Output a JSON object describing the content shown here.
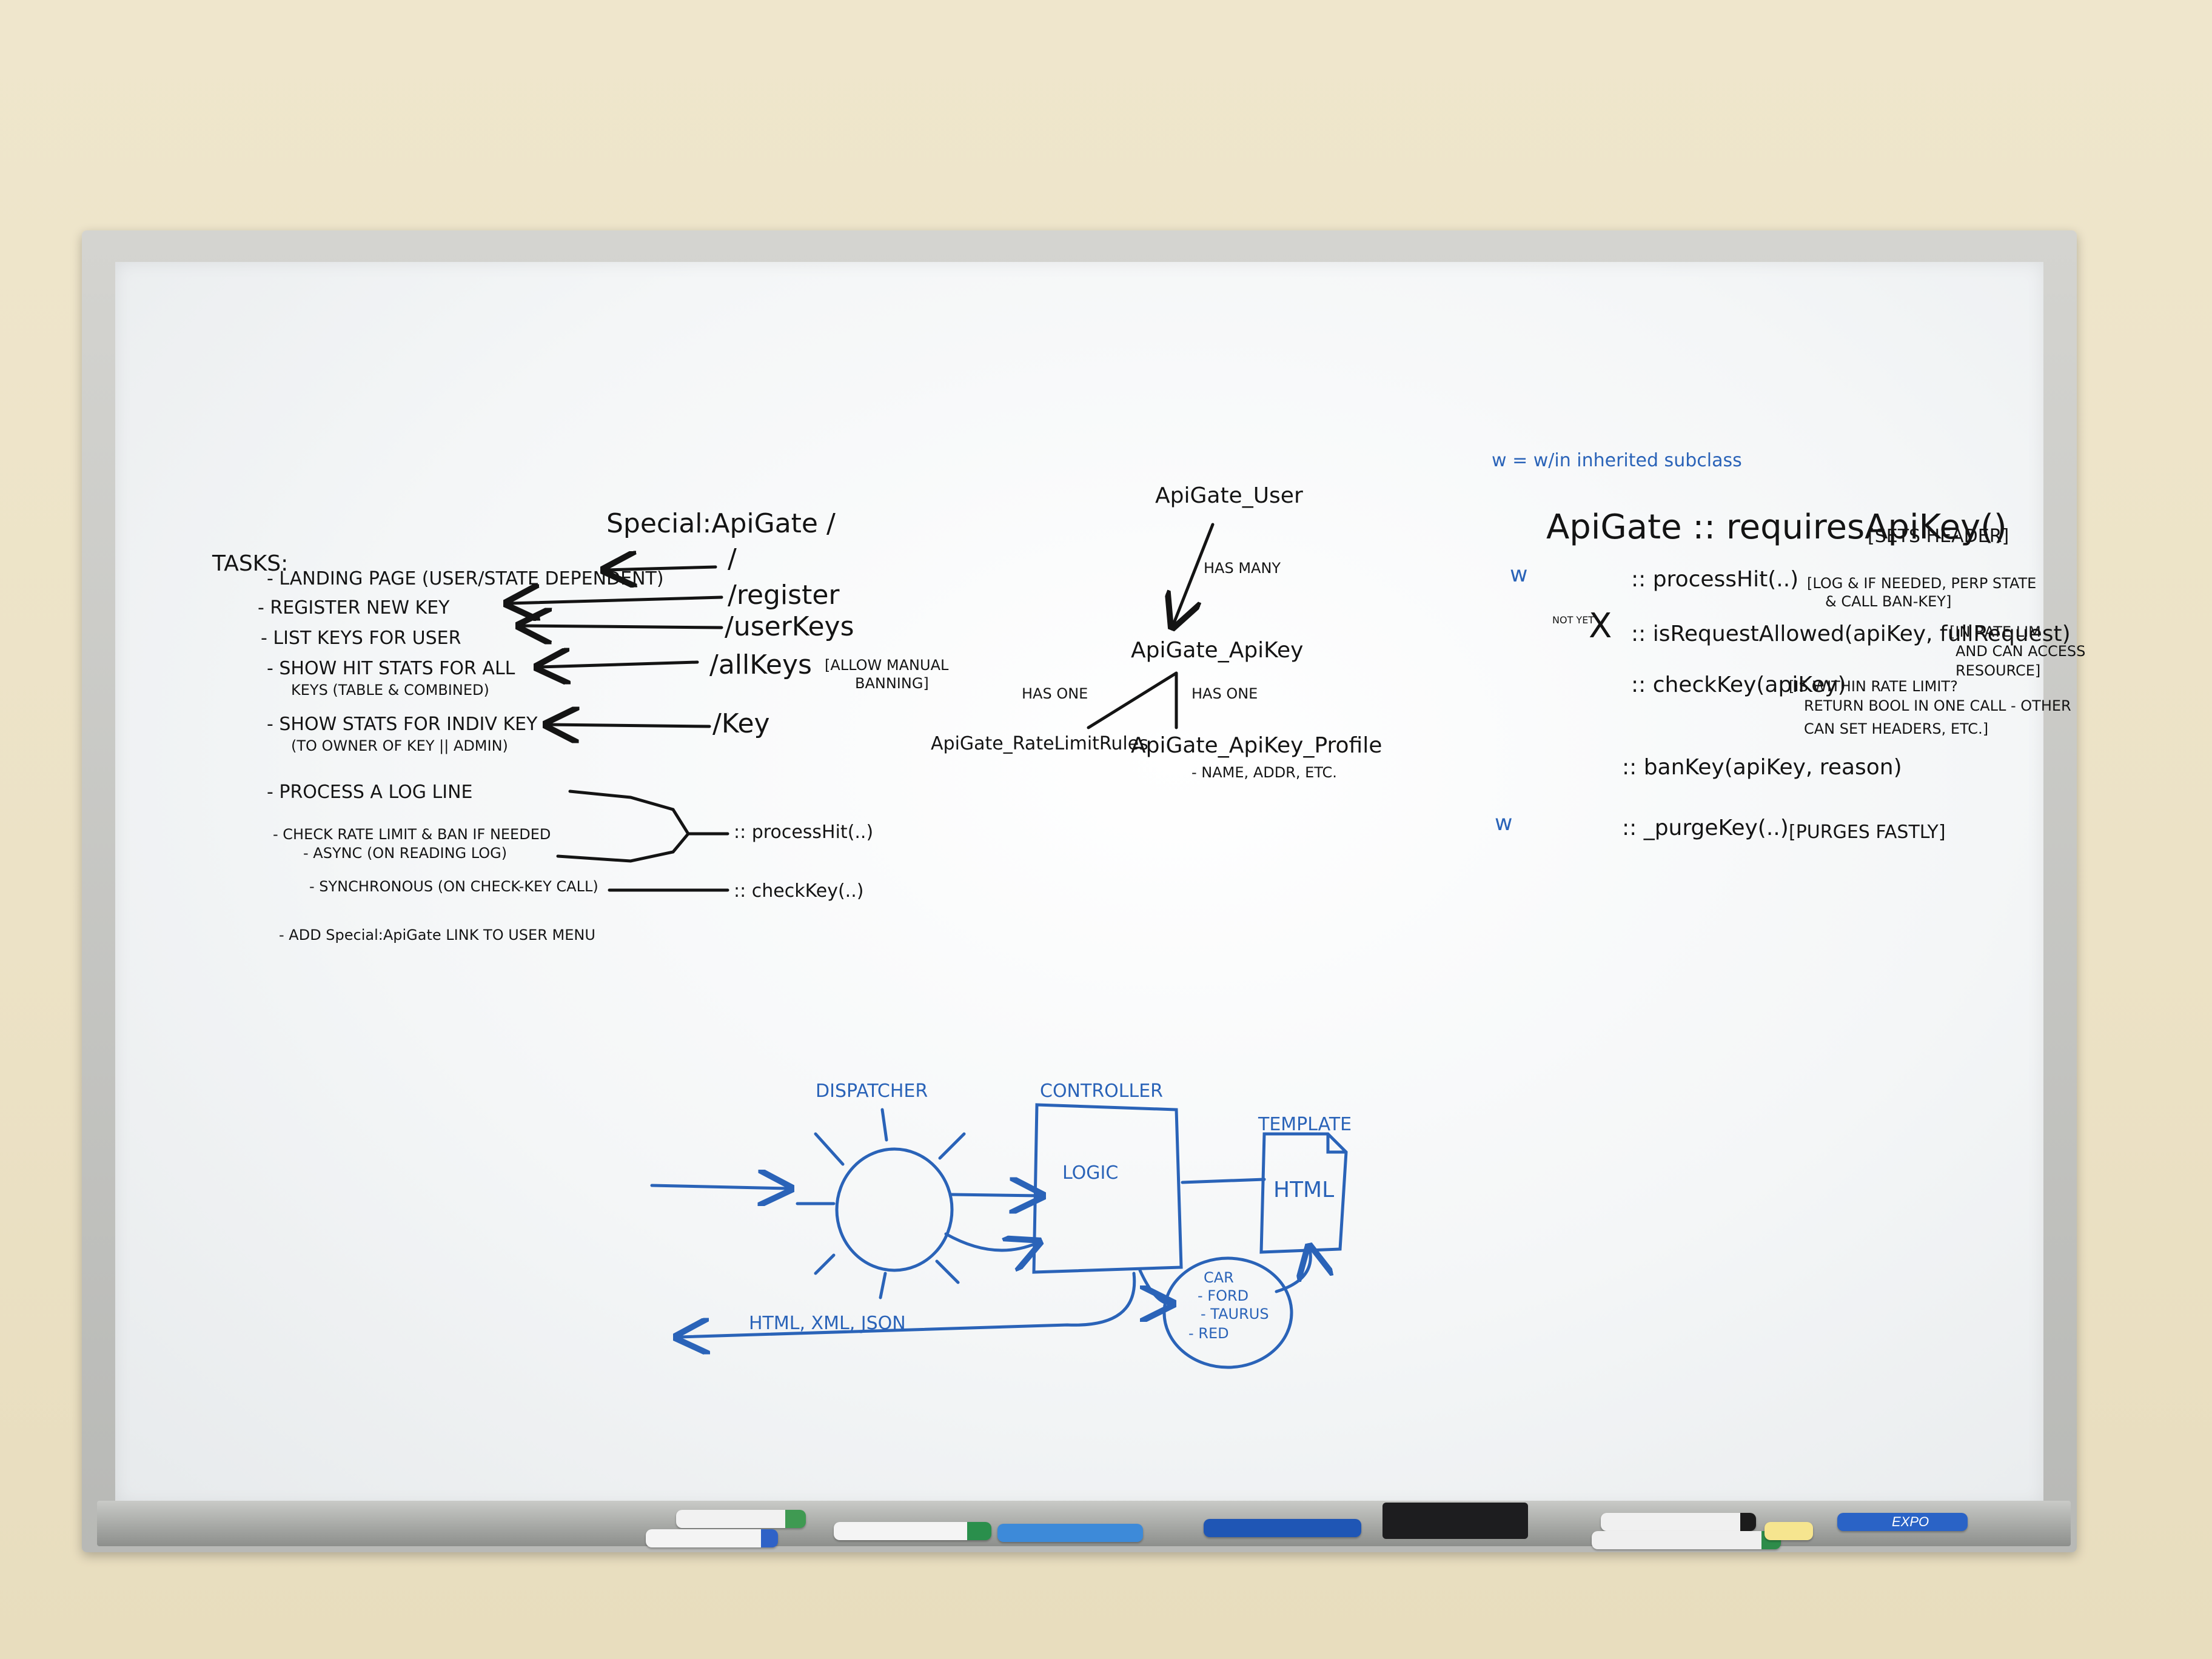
{
  "tasks": {
    "heading": "TASKS:",
    "landing": "- LANDING PAGE (USER/STATE DEPENDENT)",
    "register": "- REGISTER NEW KEY",
    "list": "- LIST KEYS FOR USER",
    "stats_all_1": "- SHOW HIT STATS FOR ALL",
    "stats_all_2": "KEYS (TABLE & COMBINED)",
    "stats_key_1": "- SHOW STATS FOR INDIV KEY",
    "stats_key_2": "(TO OWNER OF KEY || ADMIN)",
    "process": "- PROCESS A LOG LINE",
    "check": "- CHECK RATE LIMIT & BAN IF NEEDED",
    "async": "- ASYNC (ON READING LOG)",
    "sync": "- SYNCHRONOUS (ON CHECK-KEY CALL)",
    "add_link": "- ADD Special:ApiGate LINK TO USER MENU"
  },
  "routes": {
    "special": "Special:ApiGate /",
    "root": "/",
    "register": "/register",
    "userkeys": "/userKeys",
    "allkeys": "/allKeys",
    "allkeys_note_1": "[ALLOW MANUAL",
    "allkeys_note_2": "BANNING]",
    "key": "/Key",
    "process_hit": ":: processHit(..)",
    "check_key": ":: checkKey(..)"
  },
  "model": {
    "user": "ApiGate_User",
    "has_many": "HAS MANY",
    "apikey": "ApiGate_ApiKey",
    "has_one_left": "HAS ONE",
    "has_one_right": "HAS ONE",
    "rules": "ApiGate_RateLimitRules",
    "profile": "ApiGate_ApiKey_Profile",
    "profile_note": "- NAME, ADDR, ETC."
  },
  "api": {
    "legend": "w = w/in inherited subclass",
    "requires": "ApiGate :: requiresApiKey()",
    "requires_note": "[SETS HEADER]",
    "w1": "w",
    "process": ":: processHit(..)",
    "process_note_1": "[LOG & IF NEEDED, PERP STATE",
    "process_note_2": "& CALL BAN-KEY]",
    "not_yet": "NOT YET",
    "cross": "X",
    "is_allowed": ":: isRequestAllowed(apiKey, fullRequest)",
    "is_allowed_note_1": "[IN RATE LIM",
    "is_allowed_note_2": "AND CAN ACCESS",
    "is_allowed_note_3": "RESOURCE]",
    "check": ":: checkKey(apiKey)",
    "check_note_1": "[IS WITHIN RATE LIMIT?",
    "check_note_2": "RETURN BOOL IN ONE CALL - OTHER",
    "check_note_3": "CAN SET HEADERS, ETC.]",
    "ban": ":: banKey(apiKey, reason)",
    "w2": "w",
    "purge": ":: _purgeKey(..)",
    "purge_note": "[PURGES FASTLY]"
  },
  "mvc": {
    "dispatcher": "DISPATCHER",
    "controller": "CONTROLLER",
    "logic": "LOGIC",
    "template": "TEMPLATE",
    "html": "HTML",
    "car": "CAR",
    "ford": "- FORD",
    "taurus": "- TAURUS",
    "red": "- RED",
    "output": "HTML, XML, JSON"
  },
  "tray_brand": "EXPO",
  "colors": {
    "ink_black": "#141414",
    "ink_blue": "#2a63b8",
    "wall": "#ece2c6"
  }
}
